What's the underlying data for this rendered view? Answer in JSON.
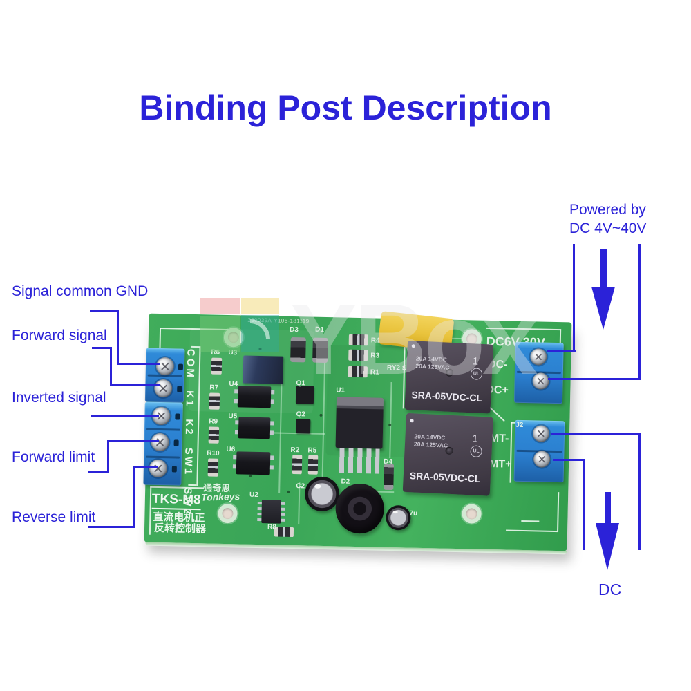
{
  "title": "Binding Post Description",
  "colors": {
    "accent": "#2b22d8",
    "pcb_green": "#3aa557",
    "terminal_blue": "#2e86d4",
    "relay_body": "#4a434f",
    "cap_yellow": "#e9c33c"
  },
  "annotations": {
    "left_labels": [
      "Signal common GND",
      "Forward signal",
      "Inverted signal",
      "Forward limit",
      "Reverse limit"
    ],
    "power": {
      "line1": "Powered by",
      "line2": "DC 4V~40V"
    },
    "dc_output_label": "DC"
  },
  "board": {
    "serial_marking": "230039A-Y106-181119",
    "model": "TKS-M8",
    "model_cn": [
      "直流电机正",
      "反转控制器"
    ],
    "brand_cn": "通奇思",
    "brand_en": "Tonkeys",
    "voltage_marking": "DC6V-30V",
    "left_terminal_marking": "COM K1 K2 SW1 SW2",
    "right_terminal_labels": [
      "DC-",
      "DC+",
      "MT-",
      "MT+"
    ],
    "relay": {
      "rating1": "20A 14VDC",
      "rating2": "20A 125VAC",
      "pin1": "1",
      "cert": "UL",
      "model": "SRA-05VDC-CL"
    },
    "silk_labels": [
      "R6",
      "U3",
      "R7",
      "U4",
      "R9",
      "U5",
      "R10",
      "U6",
      "D3",
      "D1",
      "R4",
      "R3",
      "R1",
      "Q1",
      "Q2",
      "U1",
      "R2",
      "R5",
      "D4",
      "C2",
      "D2",
      "U2",
      "R8",
      "RY2 S",
      "J2",
      "7u"
    ],
    "watermark": "YBox"
  }
}
